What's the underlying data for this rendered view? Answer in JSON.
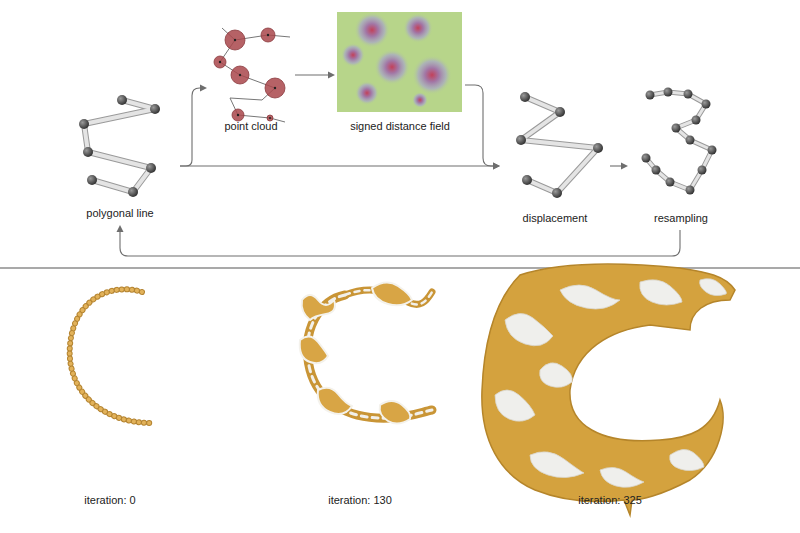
{
  "diagram": {
    "nodes": [
      {
        "text": [
          "polygonal line"
        ]
      },
      {
        "text": [
          "point cloud"
        ]
      },
      {
        "text": [
          "signed distance field"
        ]
      },
      {
        "text": [
          "displacement"
        ]
      },
      {
        "text": [
          "resampling"
        ]
      }
    ],
    "edges": [
      {
        "from": 0,
        "to": 1,
        "arrow": "to"
      },
      {
        "from": 1,
        "to": 2,
        "arrow": "to"
      },
      {
        "from": 2,
        "to": 3,
        "arrow": "to"
      },
      {
        "from": 0,
        "to": 3,
        "arrow": "to"
      },
      {
        "from": 3,
        "to": 4,
        "arrow": "to"
      },
      {
        "from": 4,
        "to": 0,
        "arrow": "to"
      }
    ],
    "labels": [
      "iteration: 0",
      "iteration: 130",
      "iteration: 325"
    ]
  }
}
